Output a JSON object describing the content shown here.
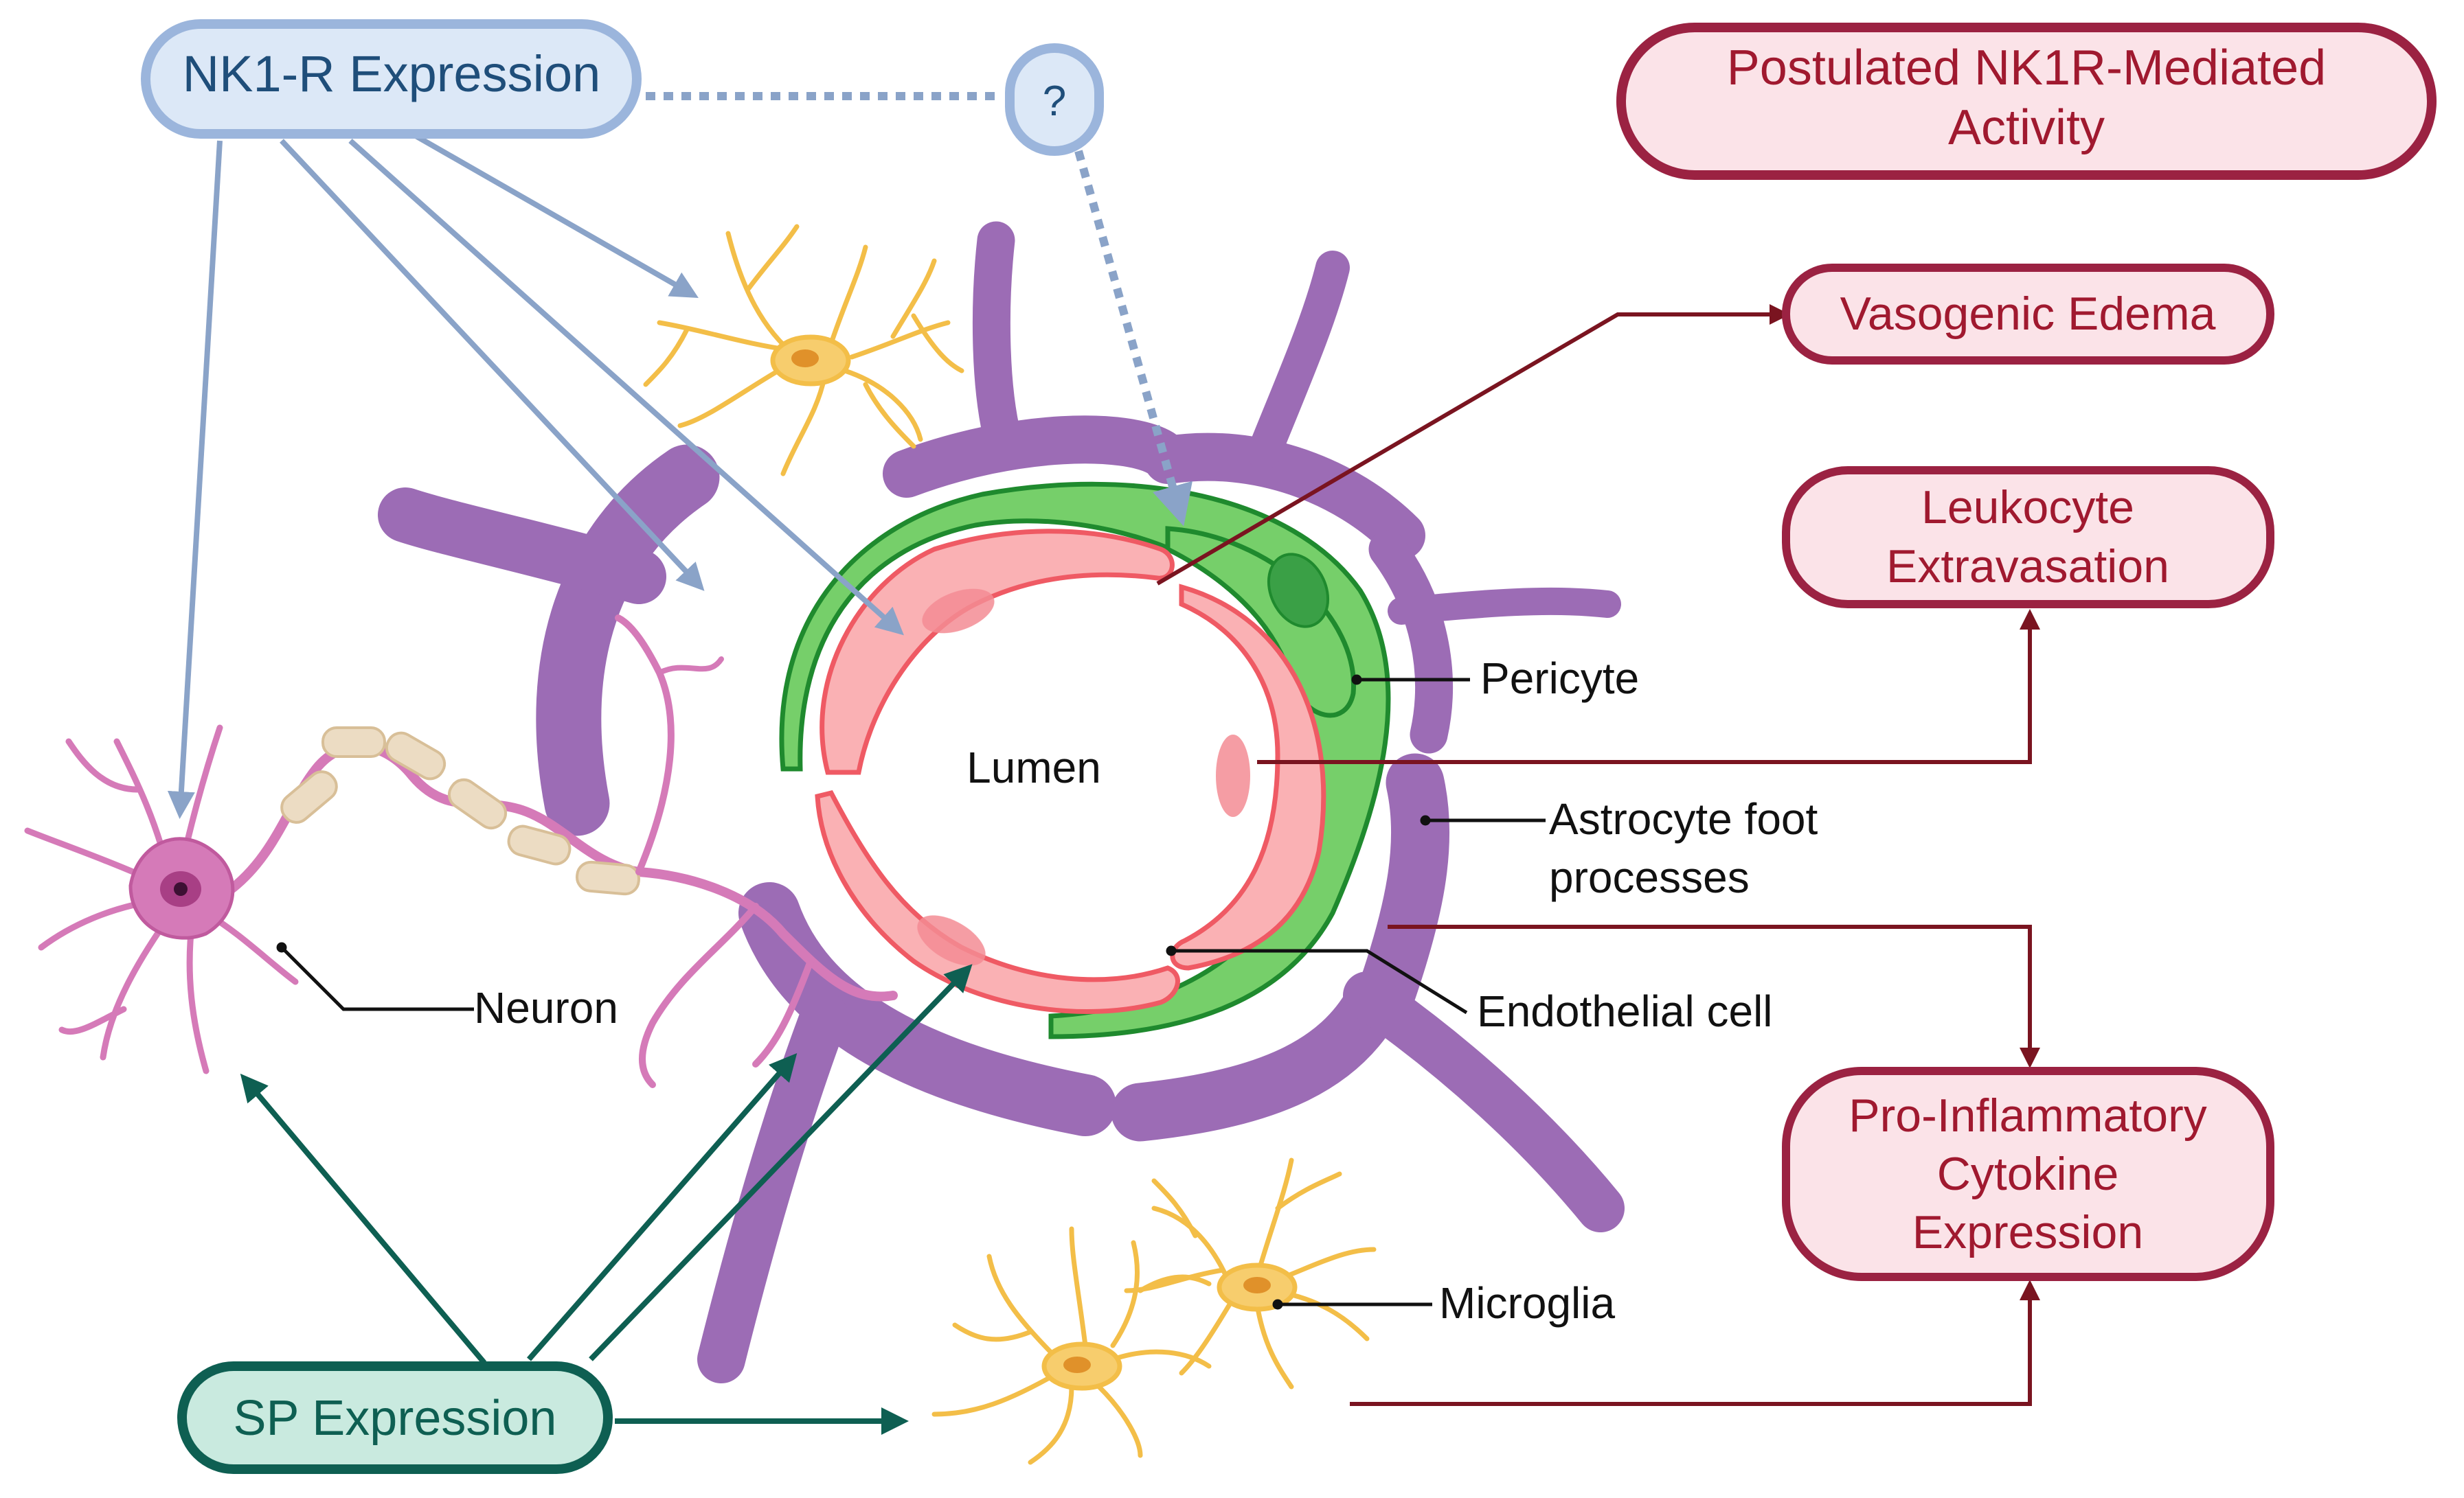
{
  "nodes": {
    "nk1r": "NK1-R Expression",
    "unknown": "?",
    "sp": "SP Expression",
    "postulated_l1": "Postulated NK1R-Mediated",
    "postulated_l2": "Activity",
    "vasogenic": "Vasogenic Edema",
    "leukocyte_l1": "Leukocyte",
    "leukocyte_l2": "Extravasation",
    "cytokine_l1": "Pro-Inflammatory",
    "cytokine_l2": "Cytokine",
    "cytokine_l3": "Expression"
  },
  "labels": {
    "lumen": "Lumen",
    "pericyte": "Pericyte",
    "astro_l1": "Astrocyte foot",
    "astro_l2": "processes",
    "endothelial": "Endothelial cell",
    "neuron": "Neuron",
    "microglia": "Microglia"
  },
  "colors": {
    "nk1r_fill": "#dce8f7",
    "nk1r_stroke": "#9bb5dc",
    "nk1r_text": "#1f4e7a",
    "nk1r_arrow": "#8aa3c8",
    "sp_fill": "#c9eadf",
    "sp_stroke": "#0e5f52",
    "sp_text": "#0e5f52",
    "sp_arrow": "#0e5f52",
    "effect_fill": "#fbe3e8",
    "effect_stroke": "#9b2242",
    "effect_text": "#a0192f",
    "effect_arrow": "#7a1420",
    "astrocyte": "#9c6cb5",
    "pericyte": "#76cf6a",
    "pericyte_stroke": "#1f8a2e",
    "endothelium": "#fab1b4",
    "endothelium_stroke": "#ef5a64",
    "neuron": "#d57ab8",
    "myelin": "#ecdcc3",
    "microglia": "#f7cd6d"
  }
}
